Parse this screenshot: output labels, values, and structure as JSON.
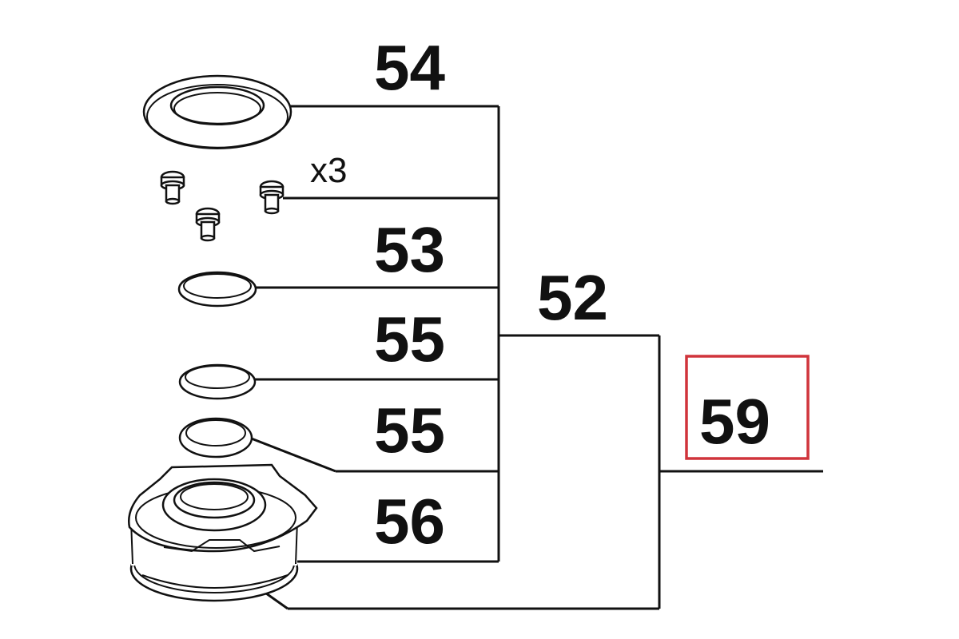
{
  "callouts": {
    "washer_large": "54",
    "quantity": "x3",
    "seal_top": "53",
    "kit": "52",
    "seal_mid": "55",
    "seal_low": "55",
    "spool": "56",
    "assembly": "59"
  },
  "colors": {
    "ink": "#111111",
    "highlight_box": "#d0343b"
  }
}
